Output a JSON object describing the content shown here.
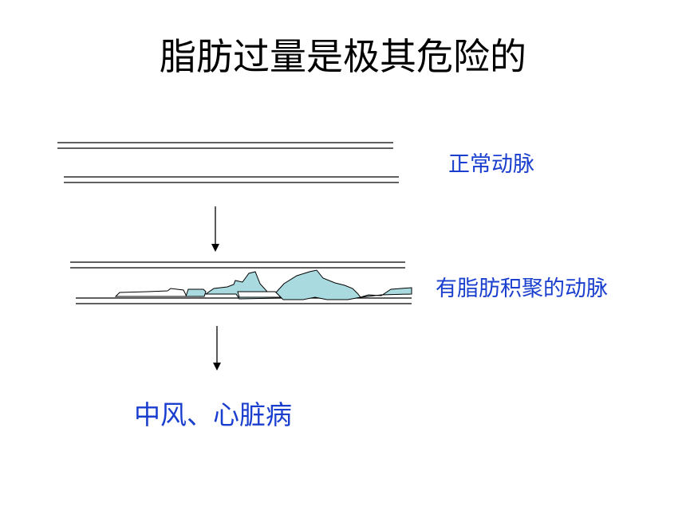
{
  "title": "脂肪过量是极其危险的",
  "labels": {
    "normal_artery": "正常动脉",
    "fatty_artery": "有脂肪积聚的动脉",
    "result": "中风、心脏病"
  },
  "colors": {
    "label_text": "#1a3fcf",
    "plaque_fill": "#a8dae0",
    "line": "#000000"
  }
}
